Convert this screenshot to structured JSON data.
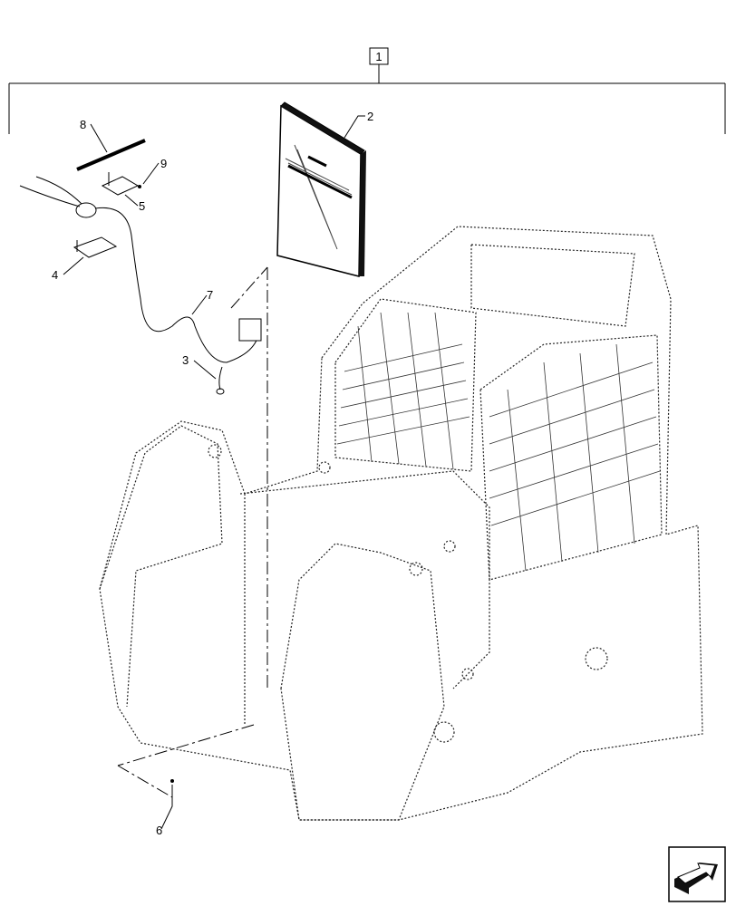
{
  "diagram": {
    "callouts": {
      "kit": "1",
      "manual": "2",
      "cable_end": "3",
      "bracket_lower": "4",
      "bracket_upper": "5",
      "screw": "6",
      "antenna_cable": "7",
      "rod": "8",
      "nut": "9"
    },
    "navigation_icon": "next-page-arrow-icon"
  }
}
